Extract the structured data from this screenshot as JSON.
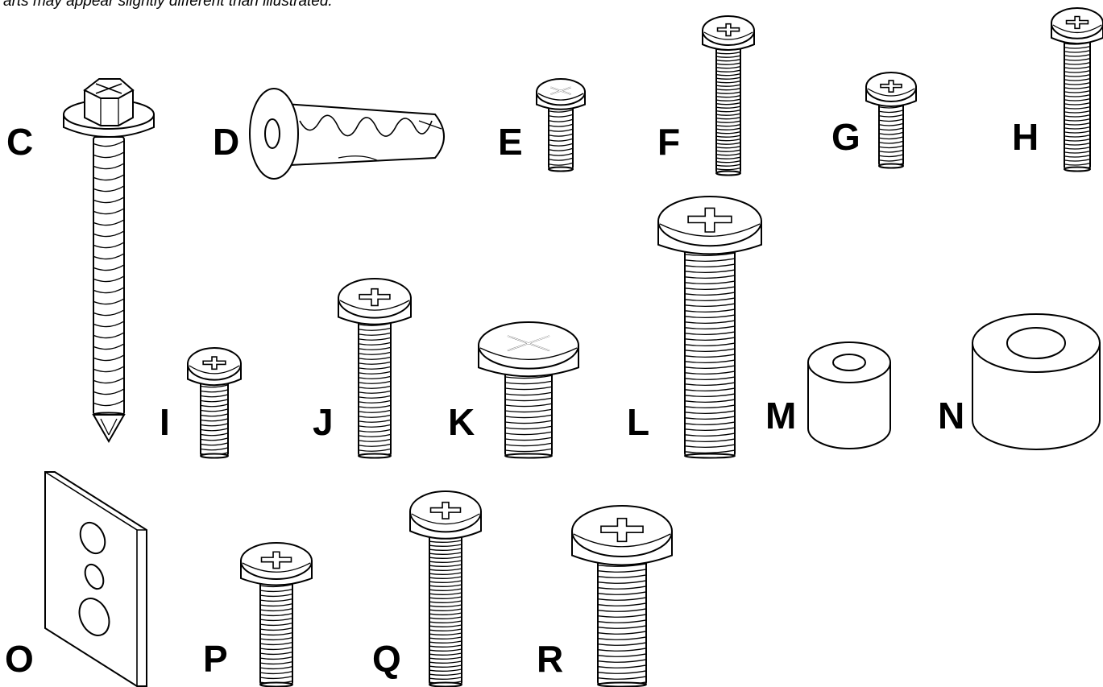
{
  "header": {
    "note": "arts may appear slightly different than illustrated."
  },
  "parts": [
    {
      "id": "C",
      "label": "C",
      "type": "hex-head-screw"
    },
    {
      "id": "D",
      "label": "D",
      "type": "wall-anchor"
    },
    {
      "id": "E",
      "label": "E",
      "type": "pan-head-screw"
    },
    {
      "id": "F",
      "label": "F",
      "type": "pan-head-screw"
    },
    {
      "id": "G",
      "label": "G",
      "type": "pan-head-screw"
    },
    {
      "id": "H",
      "label": "H",
      "type": "pan-head-screw"
    },
    {
      "id": "I",
      "label": "I",
      "type": "pan-head-screw"
    },
    {
      "id": "J",
      "label": "J",
      "type": "pan-head-screw"
    },
    {
      "id": "K",
      "label": "K",
      "type": "pan-head-screw"
    },
    {
      "id": "L",
      "label": "L",
      "type": "pan-head-screw"
    },
    {
      "id": "M",
      "label": "M",
      "type": "spacer"
    },
    {
      "id": "N",
      "label": "N",
      "type": "spacer"
    },
    {
      "id": "O",
      "label": "O",
      "type": "wall-plate"
    },
    {
      "id": "P",
      "label": "P",
      "type": "pan-head-screw"
    },
    {
      "id": "Q",
      "label": "Q",
      "type": "pan-head-screw"
    },
    {
      "id": "R",
      "label": "R",
      "type": "pan-head-screw"
    }
  ]
}
